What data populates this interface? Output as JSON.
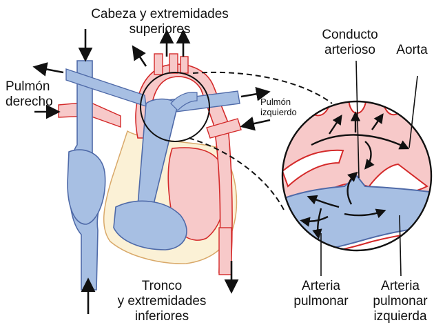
{
  "labels": {
    "head_line1": "Cabeza y extremidades",
    "head_line2": "superiores",
    "lung_right_line1": "Pulmón",
    "lung_right_line2": "derecho",
    "lung_left_line1": "Pulmón",
    "lung_left_line2": "izquierdo",
    "ductus_line1": "Conducto",
    "ductus_line2": "arterioso",
    "aorta": "Aorta",
    "trunk_line1": "Tronco",
    "trunk_line2": "y extremidades",
    "trunk_line3": "inferiores",
    "pulm_artery_line1": "Arteria",
    "pulm_artery_line2": "pulmonar",
    "left_pulm_artery_line1": "Arteria",
    "left_pulm_artery_line2": "pulmonar",
    "left_pulm_artery_line3": "izquierda"
  },
  "colors": {
    "oxygenated_red": "#f7c9c9",
    "arterial_outline": "#d42a2a",
    "venous_blue": "#a7bfe3",
    "venous_outline": "#4f6aa8",
    "cream_tissue": "#fbf1d6",
    "ink": "#111111"
  }
}
